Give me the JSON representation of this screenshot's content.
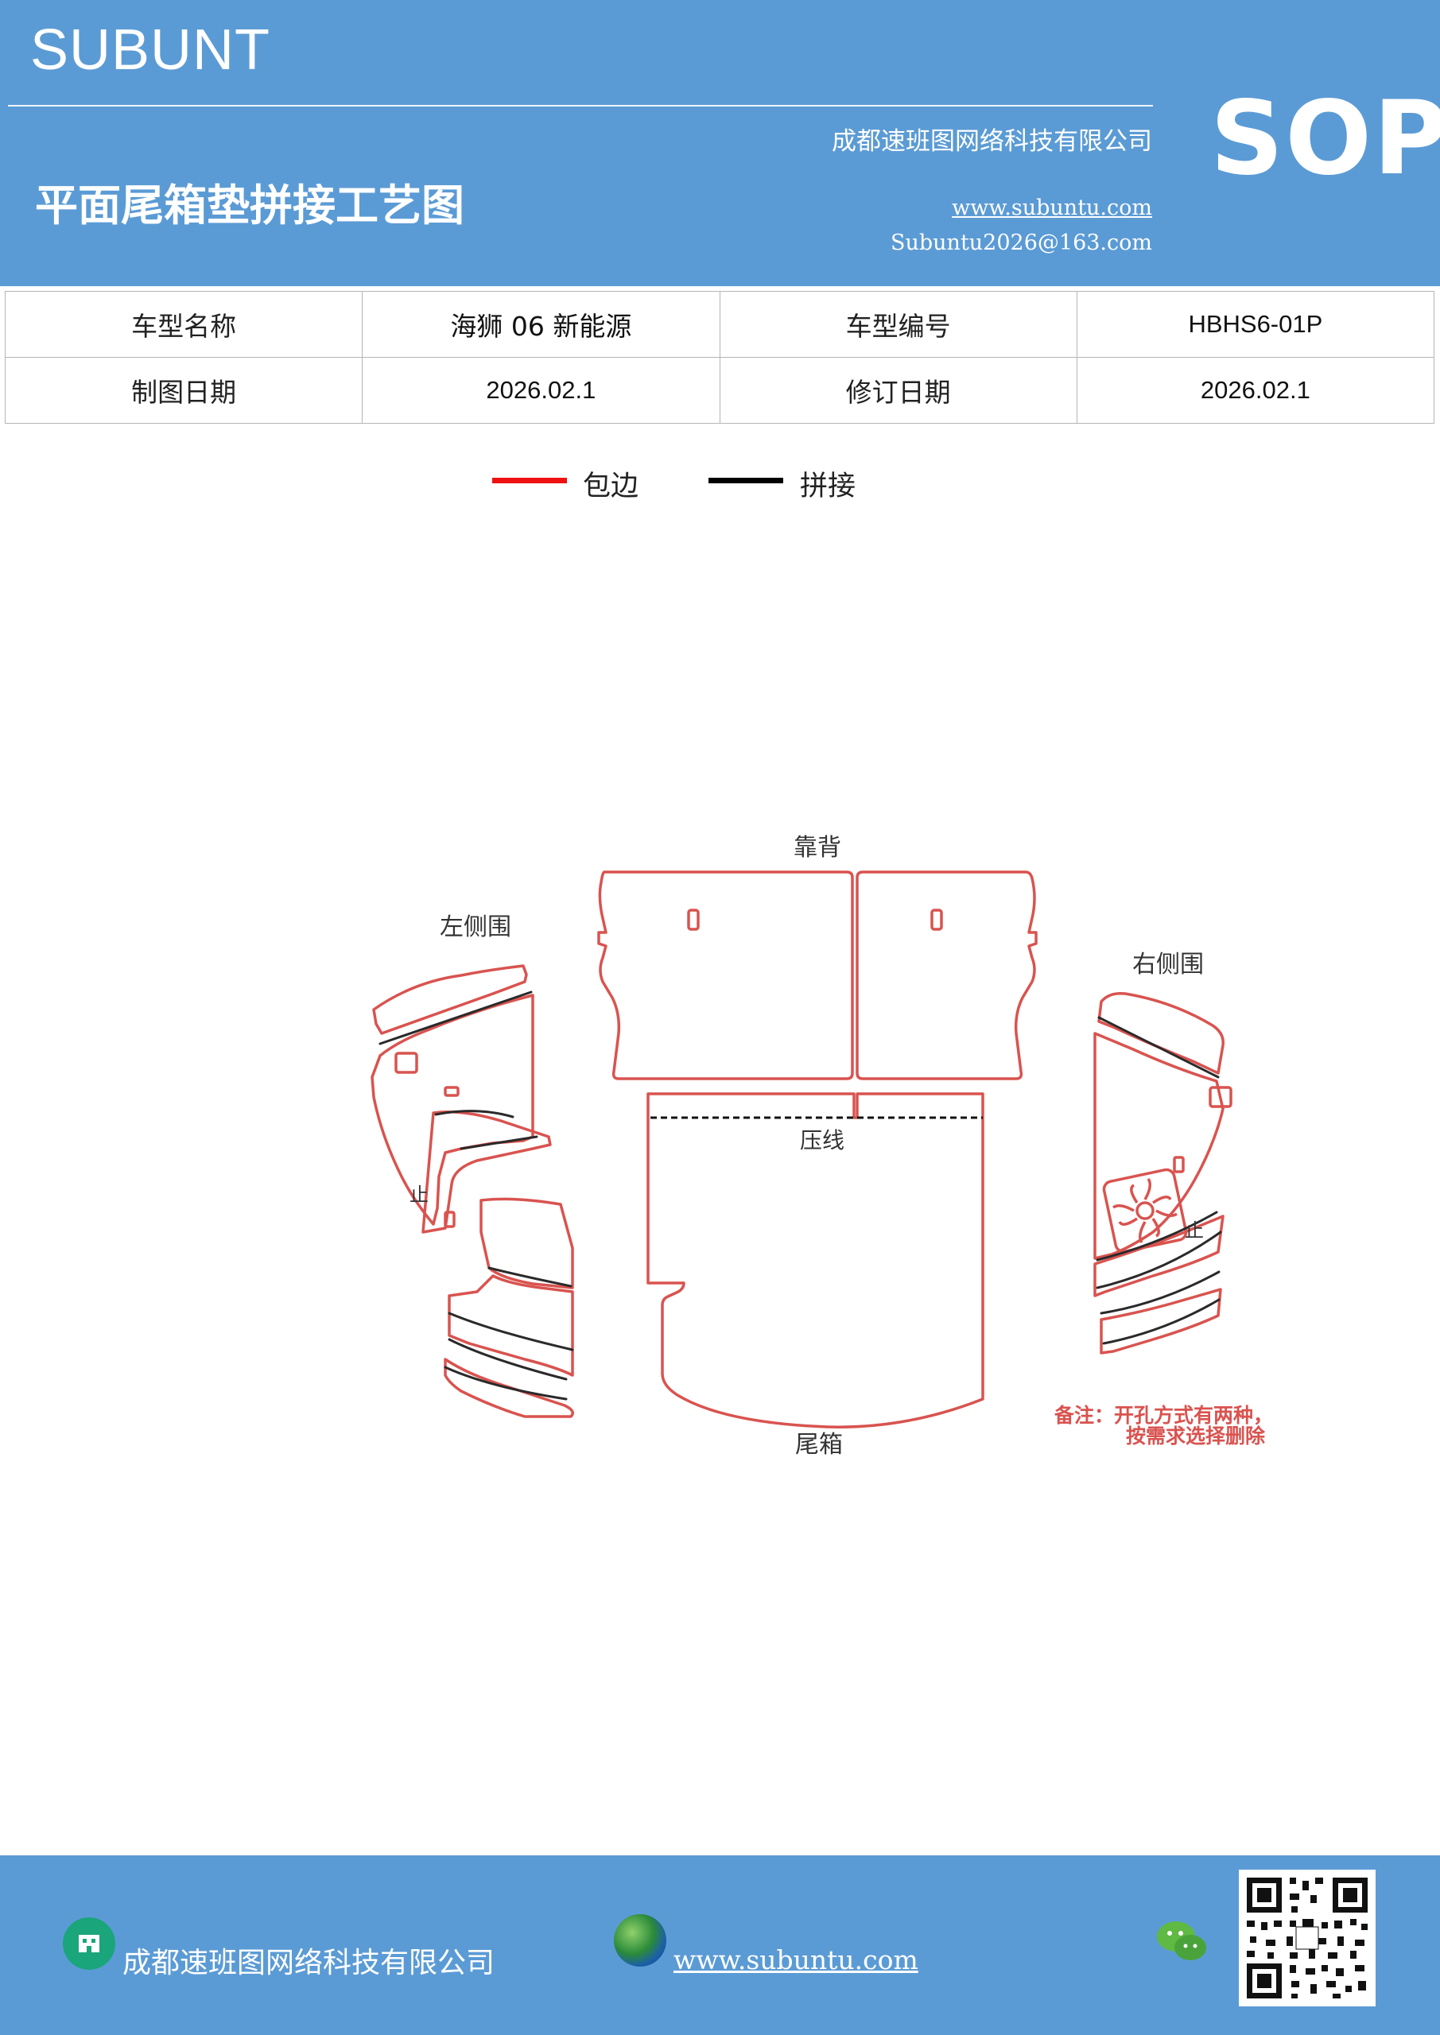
{
  "header": {
    "brand": "SUBUNT",
    "company": "成都速班图网络科技有限公司",
    "title": "平面尾箱垫拼接工艺图",
    "website": "www.subuntu.com",
    "email": "Subuntu2026@163.com",
    "badge": "SOP",
    "background_color": "#5b9bd5"
  },
  "info_table": {
    "rows": [
      [
        "车型名称",
        "海狮 06 新能源",
        "车型编号",
        "HBHS6-01P"
      ],
      [
        "制图日期",
        "2026.02.1",
        "修订日期",
        "2026.02.1"
      ]
    ]
  },
  "legend": {
    "items": [
      {
        "label": "包边",
        "color": "#ee1111"
      },
      {
        "label": "拼接",
        "color": "#000000"
      }
    ]
  },
  "diagram": {
    "labels": {
      "backrest": "靠背",
      "left_side": "左侧围",
      "right_side": "右侧围",
      "crease": "压线",
      "trunk": "尾箱",
      "stop_left": "止",
      "stop_right": "止"
    },
    "note_line1": "备注：开孔方式有两种，",
    "note_line2": "按需求选择删除",
    "edge_color": "#d9534f",
    "seam_color": "#222222"
  },
  "footer": {
    "company": "成都速班图网络科技有限公司",
    "website": "www.subuntu.com",
    "icons": [
      "building-icon",
      "globe-icon",
      "wechat-icon",
      "qr-code"
    ]
  }
}
